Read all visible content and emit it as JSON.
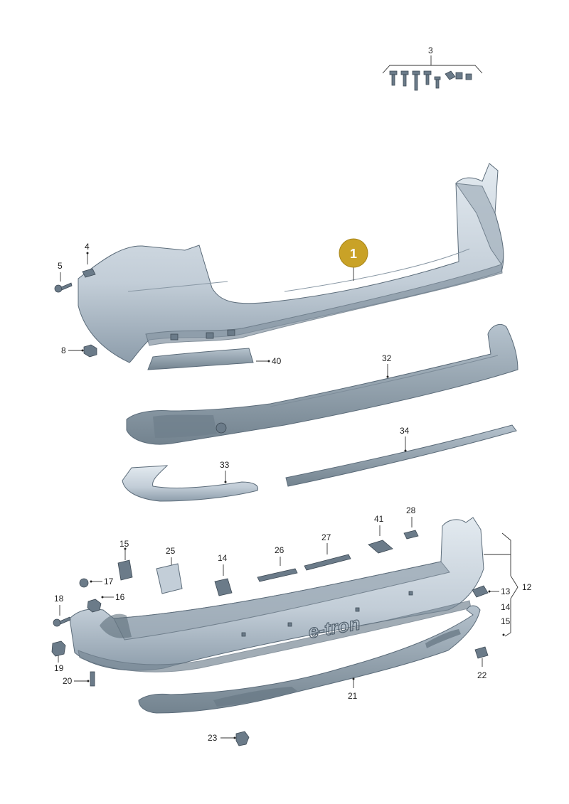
{
  "callouts": {
    "c1": "1",
    "c3": "3",
    "c4": "4",
    "c5": "5",
    "c8": "8",
    "c12": "12",
    "c13": "13",
    "c14": "14",
    "c15": "15",
    "c15b": "15",
    "c16": "16",
    "c17": "17",
    "c18": "18",
    "c19": "19",
    "c20": "20",
    "c21": "21",
    "c22": "22",
    "c23": "23",
    "c25": "25",
    "c26": "26",
    "c27": "27",
    "c28": "28",
    "c32": "32",
    "c33": "33",
    "c34": "34",
    "c40": "40",
    "c41": "41"
  },
  "badge_text": "e-tron",
  "colors": {
    "highlight": "#c9a227",
    "part": "#c3ced8",
    "part_dark": "#5a6a78"
  }
}
